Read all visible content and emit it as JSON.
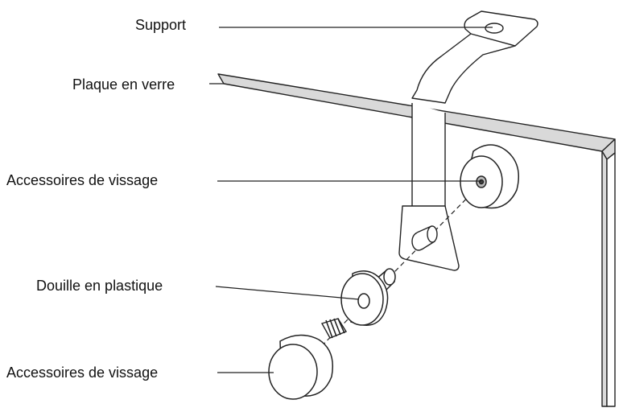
{
  "labels": {
    "support": "Support",
    "plaque": "Plaque en verre",
    "accessoires_top": "Accessoires de vissage",
    "douille": "Douille en plastique",
    "accessoires_bottom": "Accessoires de vissage"
  },
  "colors": {
    "stroke": "#222222",
    "glass": "#d9d9d9",
    "background": "#ffffff"
  }
}
